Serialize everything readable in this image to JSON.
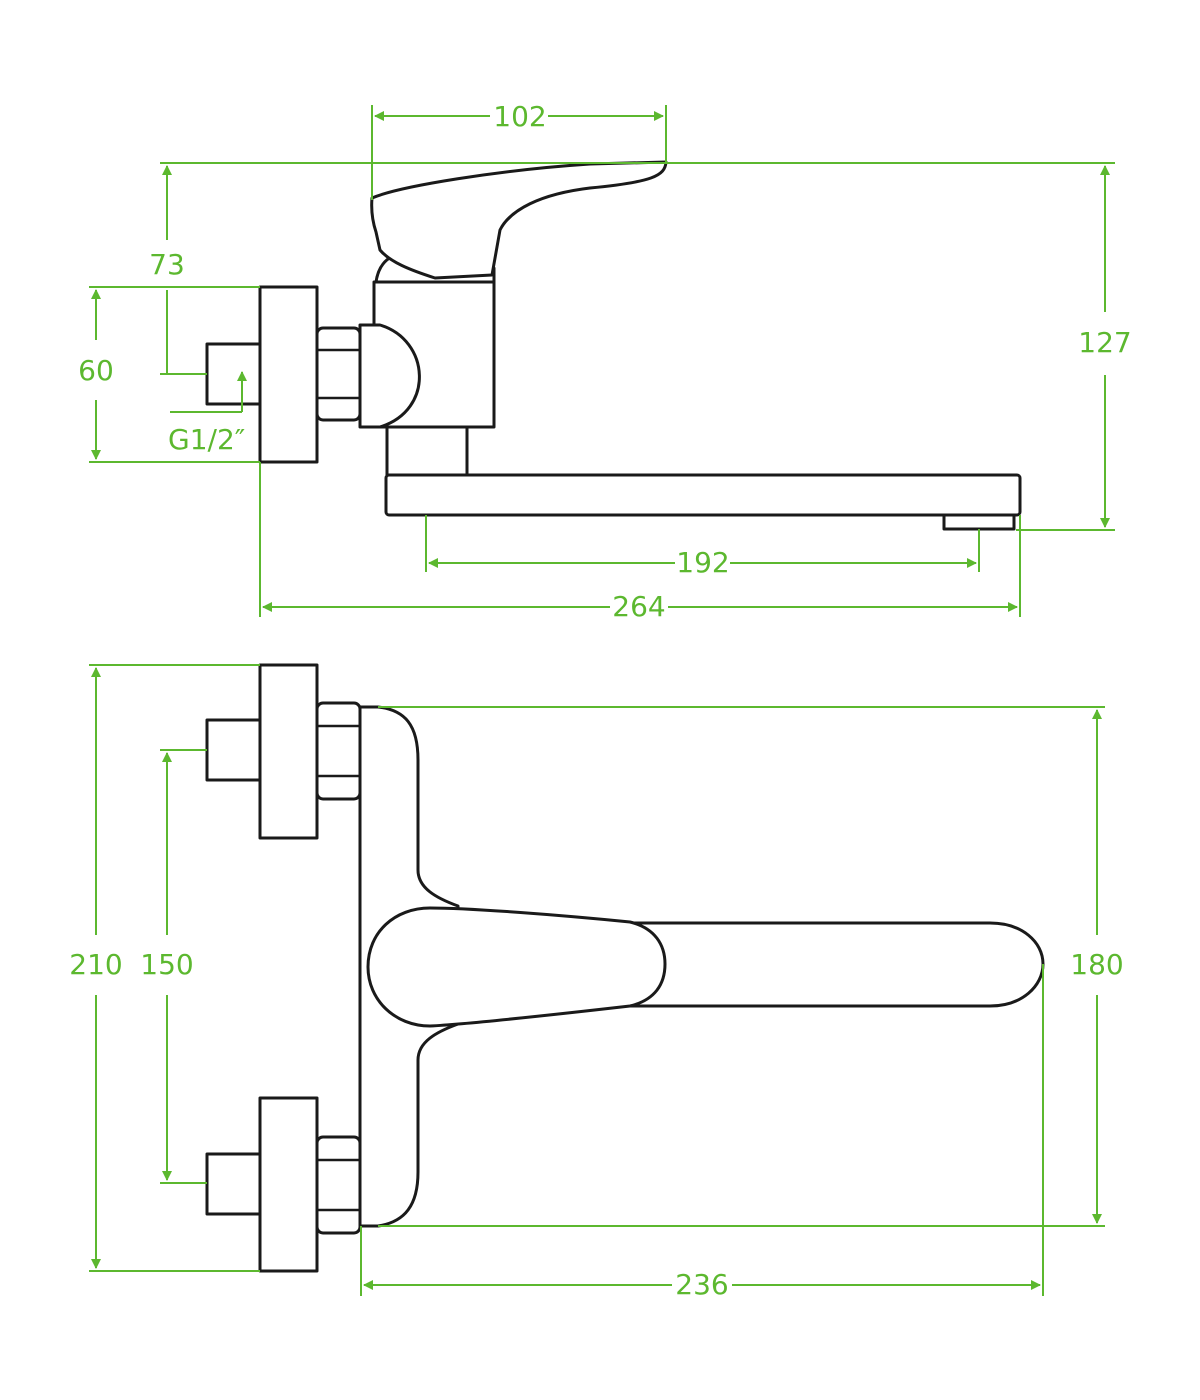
{
  "colors": {
    "dimension": "#5cb82f",
    "outline": "#1a1a1a",
    "background": "#ffffff"
  },
  "dimensions": {
    "handle_length": "102",
    "wall_to_axis": "73",
    "escutcheon_height": "60",
    "thread": "G1/2″",
    "total_height": "127",
    "spout_reach": "192",
    "total_depth": "264",
    "total_width": "210",
    "inlet_spacing": "150",
    "body_width": "180",
    "spout_length": "236"
  }
}
